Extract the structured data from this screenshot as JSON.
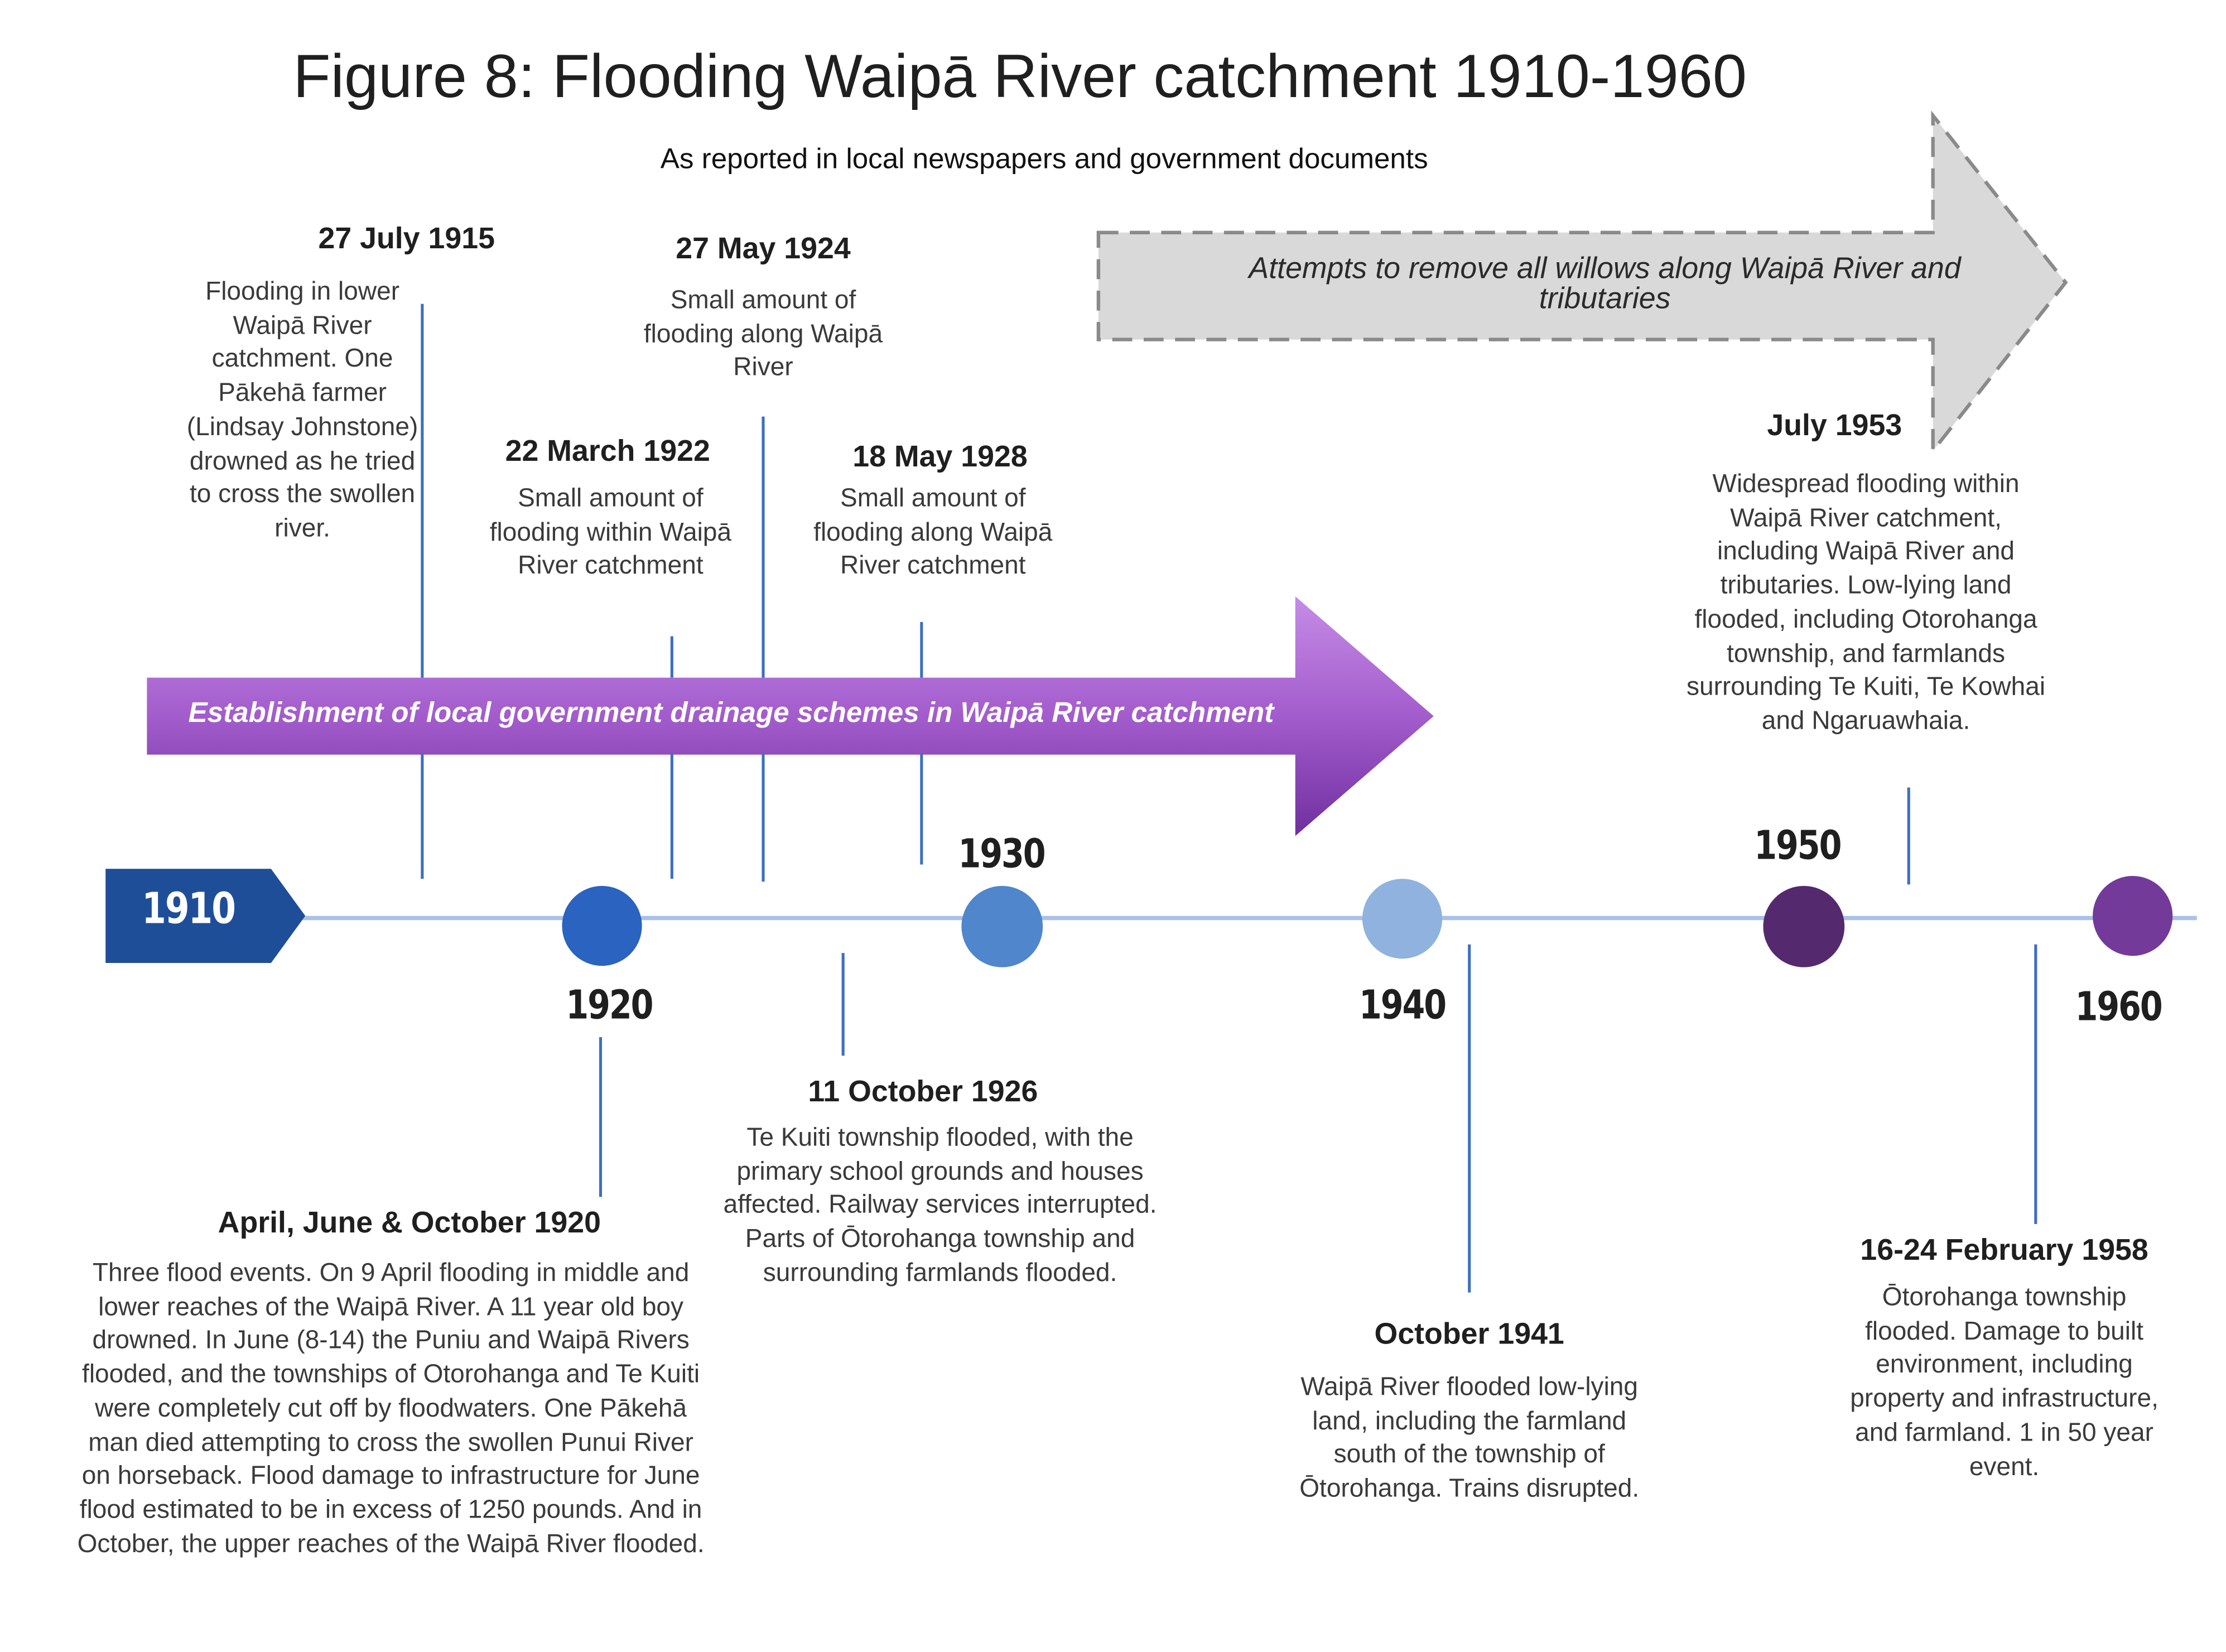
{
  "title": "Figure 8: Flooding Waipā River catchment 1910-1960",
  "subtitle": "As reported in local newspapers and government documents",
  "colors": {
    "timeline_line": "#a8c2e6",
    "tick": "#3d6fc2",
    "drainage_arrow": "#a35ccc",
    "willow_arrow": "#d9d9d9",
    "start_marker": "#1f4e99",
    "dot_1920": "#2a63c0",
    "dot_1930": "#4f86cc",
    "dot_1940": "#8fb2de",
    "dot_1950": "#55296e",
    "dot_1960": "#733a99"
  },
  "periods": {
    "drainage": "Establishment of local government drainage schemes in Waipā River catchment",
    "willows": "Attempts to remove all willows along Waipā River and tributaries"
  },
  "years": {
    "y1910": "1910",
    "y1920": "1920",
    "y1930": "1930",
    "y1940": "1940",
    "y1950": "1950",
    "y1960": "1960"
  },
  "events": {
    "e1915": {
      "date": "27 July 1915",
      "desc": "Flooding in lower Waipā River catchment. One Pākehā farmer (Lindsay Johnstone) drowned as he tried to cross the swollen river."
    },
    "e1920": {
      "date": "April, June & October 1920",
      "desc": "Three flood events. On 9 April flooding in middle and lower reaches of the Waipā River. A 11 year old boy drowned. In June (8-14) the Puniu and Waipā Rivers flooded, and the townships of Otorohanga and Te Kuiti were completely cut off by floodwaters. One Pākehā man died attempting to cross the swollen Punui River on horseback. Flood damage to infrastructure for June flood estimated to be in excess of 1250 pounds. And in October, the upper reaches of the Waipā River flooded."
    },
    "e1922": {
      "date": "22 March 1922",
      "desc": "Small amount of flooding within Waipā River catchment"
    },
    "e1924": {
      "date": "27 May 1924",
      "desc": "Small amount of flooding along Waipā River"
    },
    "e1926": {
      "date": "11 October 1926",
      "desc": "Te Kuiti township flooded, with the primary school grounds and houses affected. Railway services interrupted. Parts of Ōtorohanga township and surrounding farmlands flooded."
    },
    "e1928": {
      "date": "18 May 1928",
      "desc": "Small amount of flooding along Waipā River catchment"
    },
    "e1941": {
      "date": "October 1941",
      "desc": "Waipā River flooded low-lying land, including the farmland south of the township of Ōtorohanga. Trains disrupted."
    },
    "e1953": {
      "date": "July 1953",
      "desc": "Widespread flooding within Waipā River catchment, including Waipā River and tributaries. Low-lying land flooded, including Otorohanga township, and farmlands surrounding Te Kuiti, Te Kowhai and Ngaruawhaia."
    },
    "e1958": {
      "date": "16-24 February 1958",
      "desc": "Ōtorohanga township flooded. Damage to built environment, including property and infrastructure, and farmland. 1 in 50 year event."
    }
  }
}
